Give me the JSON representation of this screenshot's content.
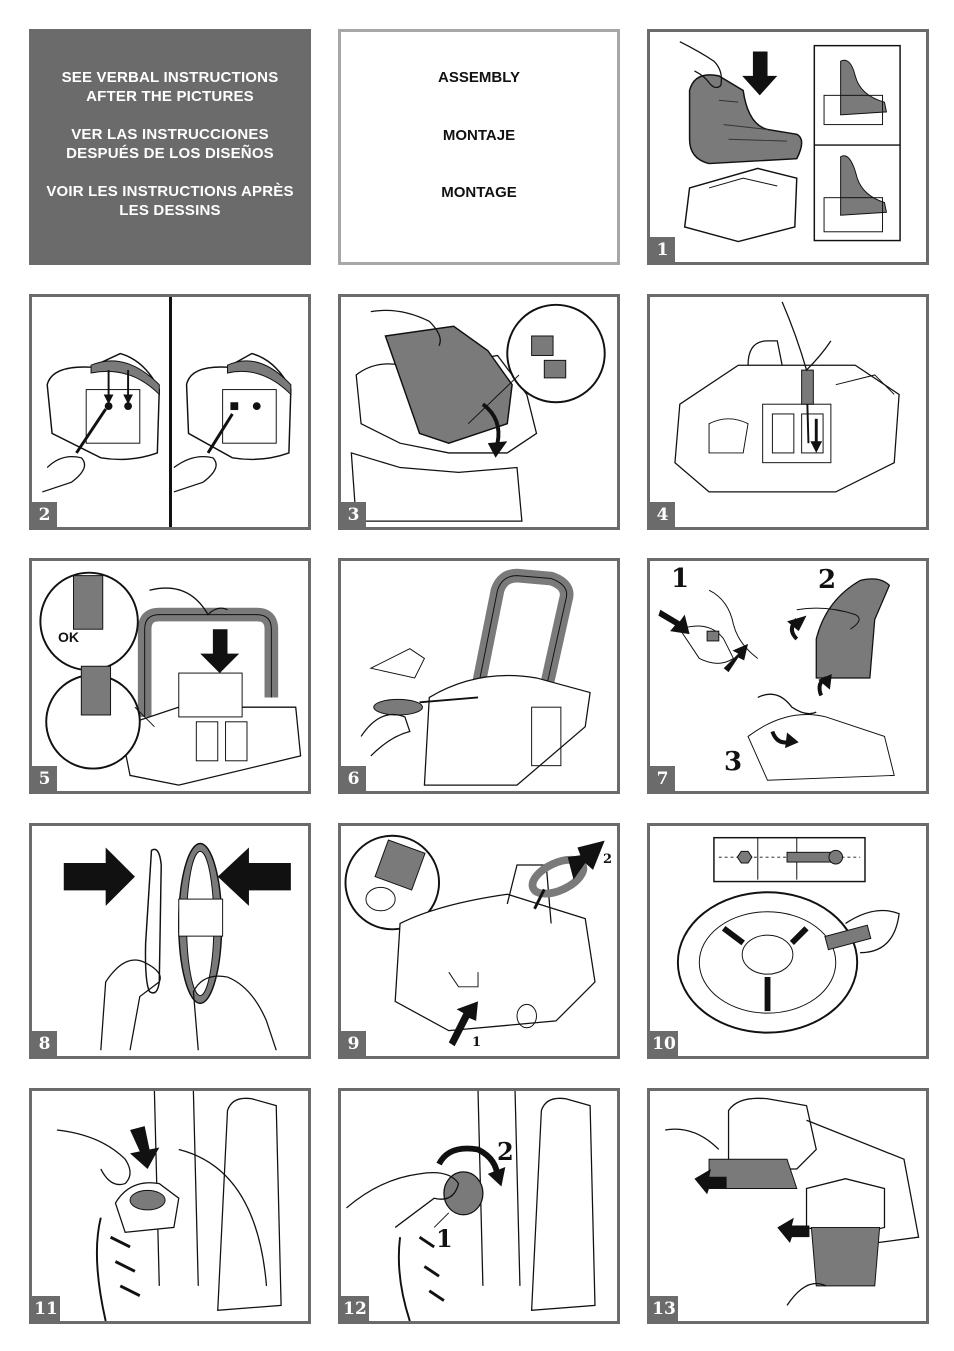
{
  "intro": {
    "en": [
      "SEE VERBAL INSTRUCTIONS",
      "AFTER THE PICTURES"
    ],
    "es": [
      "VER LAS INSTRUCCIONES",
      "DESPUÉS DE LOS DISEÑOS"
    ],
    "fr": [
      "VOIR LES INSTRUCTIONS APRÈS",
      "LES DESSINS"
    ]
  },
  "titles": {
    "en": "ASSEMBLY",
    "es": "MONTAJE",
    "fr": "MONTAGE"
  },
  "steps": [
    "1",
    "2",
    "3",
    "4",
    "5",
    "6",
    "7",
    "8",
    "9",
    "10",
    "11",
    "12",
    "13"
  ],
  "labels": {
    "ok": "OK",
    "step7": [
      "1",
      "2",
      "3"
    ],
    "step9": [
      "1",
      "2"
    ],
    "step12": [
      "1",
      "2"
    ]
  },
  "colors": {
    "panel_border": "#6b6b6b",
    "part_gray": "#7a7a7a",
    "ink": "#111111"
  }
}
